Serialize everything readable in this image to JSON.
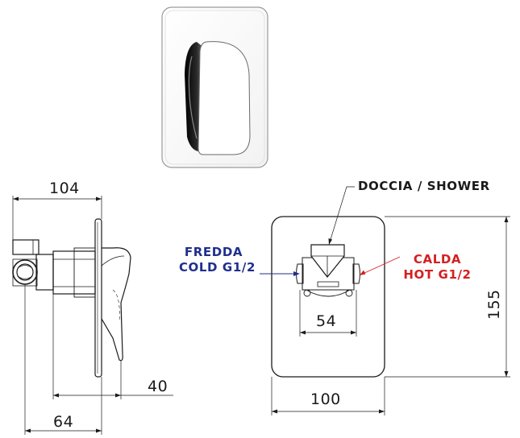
{
  "labels": {
    "dim_total_depth": "104",
    "dim_plate_offset": "40",
    "dim_body_depth": "64",
    "dim_plate_width": "100",
    "dim_plate_height": "155",
    "dim_inlet_spacing": "54",
    "shower_outlet": "DOCCIA / SHOWER",
    "cold_line1": "FREDDA",
    "cold_line2": "COLD  G1/2",
    "hot_line1": "CALDA",
    "hot_line2": "HOT G1/2"
  },
  "colors": {
    "line": "#1a1a1a",
    "cold": "#1f2f8c",
    "hot": "#d32020",
    "chrome_dark": "#111111"
  }
}
